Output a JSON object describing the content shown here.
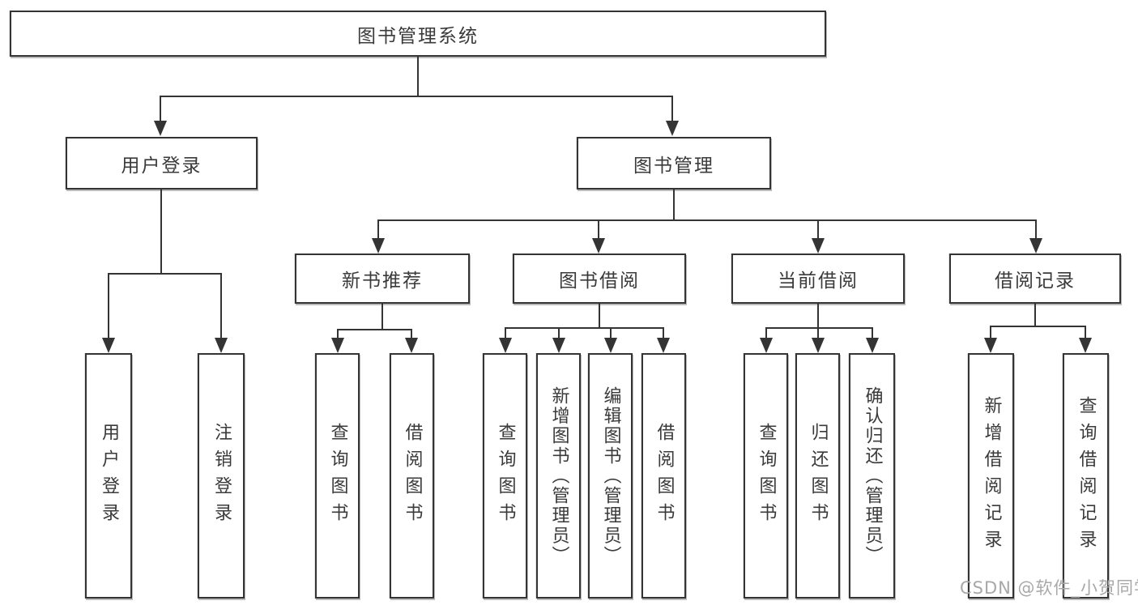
{
  "colors": {
    "line": "#343434",
    "box_border": "#343434",
    "text": "#3a3a3a",
    "background": "#ffffff",
    "watermark": "#a8a8a8"
  },
  "tree": {
    "label": "图书管理系统",
    "children": [
      {
        "label": "用户登录",
        "children": [
          {
            "label": "用户登录"
          },
          {
            "label": "注销登录"
          }
        ]
      },
      {
        "label": "图书管理",
        "children": [
          {
            "label": "新书推荐",
            "children": [
              {
                "label": "查询图书"
              },
              {
                "label": "借阅图书"
              }
            ]
          },
          {
            "label": "图书借阅",
            "children": [
              {
                "label": "查询图书"
              },
              {
                "label": "新增图书（管理员）"
              },
              {
                "label": "编辑图书（管理员）"
              },
              {
                "label": "借阅图书"
              }
            ]
          },
          {
            "label": "当前借阅",
            "children": [
              {
                "label": "查询图书"
              },
              {
                "label": "归还图书"
              },
              {
                "label": "确认归还（管理员）"
              }
            ]
          },
          {
            "label": "借阅记录",
            "children": [
              {
                "label": "新增借阅记录"
              },
              {
                "label": "查询借阅记录"
              }
            ]
          }
        ]
      }
    ]
  },
  "watermark": {
    "text": "CSDN @软件_小贺同学"
  }
}
